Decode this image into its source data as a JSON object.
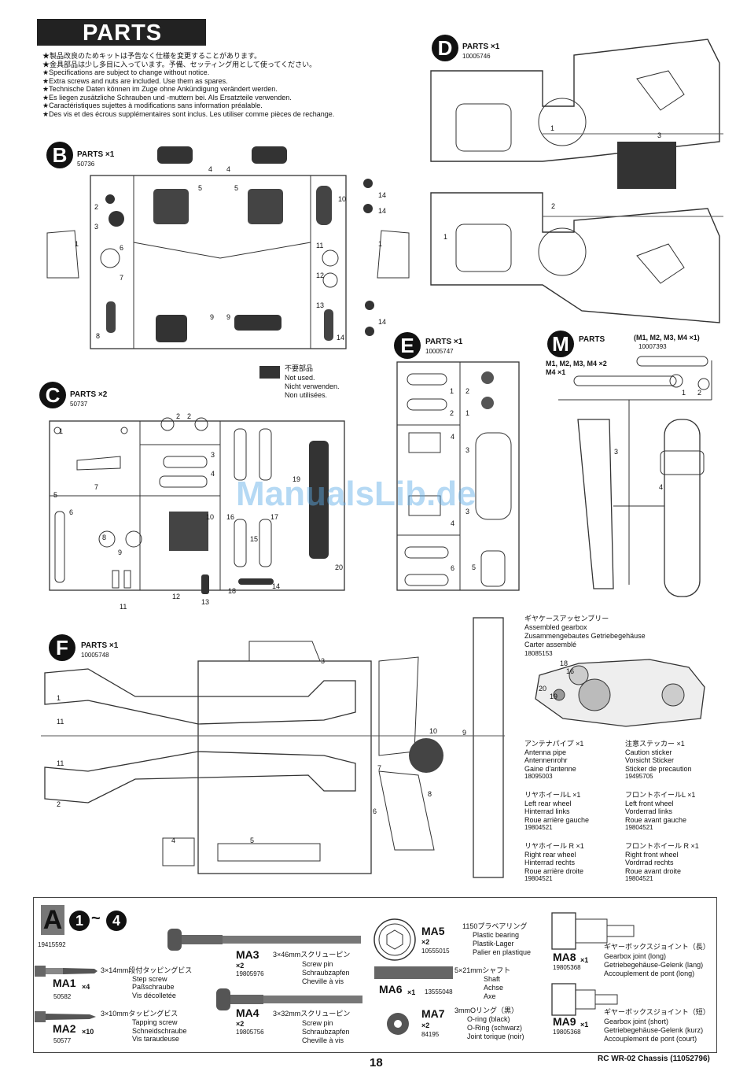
{
  "header": {
    "title": "PARTS",
    "notes": [
      "★製品改良のためキットは予告なく仕様を変更することがあります。",
      "★金具部品は少し多目に入っています。予備、セッティング用として使ってください。",
      "★Specifications are subject to change without notice.",
      "★Extra screws and nuts are included. Use them as spares.",
      "★Technische Daten können im Zuge ohne Ankündigung verändert werden.",
      "★Es liegen zusätzliche Schrauben und -muttern bei. Als Ersatzteile verwenden.",
      "★Caractéristiques sujettes à modifications sans information préalable.",
      "★Des vis et des écrous supplémentaires sont inclus. Les utiliser comme pièces de rechange."
    ]
  },
  "sprue_d": {
    "letter": "D",
    "label": "PARTS ×1",
    "code": "10005746",
    "nums": [
      "1",
      "3",
      "1",
      "2"
    ]
  },
  "sprue_b": {
    "letter": "B",
    "label": "PARTS ×1",
    "code": "50736",
    "nums": [
      "4",
      "4",
      "5",
      "5",
      "10",
      "14",
      "2",
      "3",
      "14",
      "1",
      "6",
      "7",
      "11",
      "12",
      "1",
      "13",
      "8",
      "9",
      "9",
      "14",
      "14"
    ]
  },
  "not_used": {
    "jp": "不要部品",
    "en": "Not used.",
    "de": "Nicht verwenden.",
    "fr": "Non utilisées."
  },
  "sprue_c": {
    "letter": "C",
    "label": "PARTS ×2",
    "code": "50737",
    "nums": [
      "1",
      "2",
      "2",
      "3",
      "4",
      "7",
      "5",
      "6",
      "8",
      "9",
      "10",
      "16",
      "17",
      "19",
      "15",
      "11",
      "12",
      "13",
      "18",
      "20",
      "14"
    ]
  },
  "sprue_e": {
    "letter": "E",
    "label": "PARTS ×1",
    "code": "10005747",
    "nums": [
      "1",
      "2",
      "2",
      "1",
      "4",
      "3",
      "3",
      "4",
      "6",
      "5"
    ]
  },
  "sprue_m": {
    "letter": "M",
    "label": "PARTS",
    "sub1": "M1, M2, M3, M4 ×2",
    "sub2": "M4 ×1",
    "bracket": "(M1, M2, M3, M4 ×1)",
    "code": "10007393",
    "nums": [
      "1",
      "2",
      "3",
      "4"
    ]
  },
  "sprue_f": {
    "letter": "F",
    "label": "PARTS ×1",
    "code": "10005748",
    "nums": [
      "3",
      "1",
      "11",
      "11",
      "2",
      "10",
      "9",
      "7",
      "8",
      "4",
      "5",
      "6"
    ]
  },
  "gearbox": {
    "jp": "ギヤケースアッセンブリー",
    "en": "Assembled gearbox",
    "de": "Zusammengebautes Getriebegehäuse",
    "fr": "Carter assemblé",
    "code": "18085153",
    "nums": [
      "18",
      "16",
      "20",
      "19"
    ]
  },
  "extras": [
    {
      "jp": "アンテナパイプ ×1",
      "en": "Antenna pipe",
      "de": "Antennenrohr",
      "fr": "Gaine d'antenne",
      "code": "18095003"
    },
    {
      "jp": "注意ステッカー ×1",
      "en": "Caution sticker",
      "de": "Vorsicht Sticker",
      "fr": "Sticker de precaution",
      "code": "19495705"
    },
    {
      "jp": "リヤホイールL ×1",
      "en": "Left rear wheel",
      "de": "Hinterrad links",
      "fr": "Roue arrière gauche",
      "code": "19804521"
    },
    {
      "jp": "フロントホイールL ×1",
      "en": "Left front wheel",
      "de": "Vorderrad links",
      "fr": "Roue avant gauche",
      "code": "19804521"
    },
    {
      "jp": "リヤホイール R ×1",
      "en": "Right rear wheel",
      "de": "Hinterrad rechts",
      "fr": "Roue arrière droite",
      "code": "19804521"
    },
    {
      "jp": "フロントホイール R ×1",
      "en": "Right front wheel",
      "de": "Vordrrad rechts",
      "fr": "Roue avant droite",
      "code": "19804521"
    }
  ],
  "bag_a": {
    "letter": "A",
    "from": "1",
    "tilde": "~",
    "to": "4",
    "code": "19415592"
  },
  "hardware": [
    {
      "id": "MA1",
      "qty": "×4",
      "code": "50582",
      "jp": "3×14mm段付タッピングビス",
      "en": "Step screw",
      "de": "Paßschraube",
      "fr": "Vis décolletée"
    },
    {
      "id": "MA2",
      "qty": "×10",
      "code": "50577",
      "jp": "3×10mmタッピングビス",
      "en": "Tapping screw",
      "de": "Schneidschraube",
      "fr": "Vis taraudeuse"
    },
    {
      "id": "MA3",
      "qty": "×2",
      "code": "19805976",
      "jp": "3×46mmスクリューピン",
      "en": "Screw pin",
      "de": "Schraubzapfen",
      "fr": "Cheville à vis"
    },
    {
      "id": "MA4",
      "qty": "×2",
      "code": "19805756",
      "jp": "3×32mmスクリューピン",
      "en": "Screw pin",
      "de": "Schraubzapfen",
      "fr": "Cheville à vis"
    },
    {
      "id": "MA5",
      "qty": "×2",
      "code": "10555015",
      "jp": "1150プラベアリング",
      "en": "Plastic bearing",
      "de": "Plastik-Lager",
      "fr": "Palier en plastique"
    },
    {
      "id": "MA6",
      "qty": "×1",
      "code": "13555048",
      "jp": "5×21mmシャフト",
      "en": "Shaft",
      "de": "Achse",
      "fr": "Axe"
    },
    {
      "id": "MA7",
      "qty": "×2",
      "code": "84195",
      "jp": "3mmOリング（黒）",
      "en": "O-ring (black)",
      "de": "O-Ring (schwarz)",
      "fr": "Joint torique (noir)"
    },
    {
      "id": "MA8",
      "qty": "×1",
      "code": "19805368",
      "jp": "ギヤーボックスジョイント（長）",
      "en": "Gearbox joint (long)",
      "de": "Getriebegehäuse-Gelenk (lang)",
      "fr": "Accouplement de pont (long)"
    },
    {
      "id": "MA9",
      "qty": "×1",
      "code": "19805368",
      "jp": "ギヤーボックスジョイント（短）",
      "en": "Gearbox joint (short)",
      "de": "Getriebegehäuse-Gelenk (kurz)",
      "fr": "Accouplement de pont (court)"
    }
  ],
  "footer": {
    "page": "18",
    "model": "RC WR-02 Chassis (11052796)"
  },
  "watermark": "ManualsLib.de"
}
